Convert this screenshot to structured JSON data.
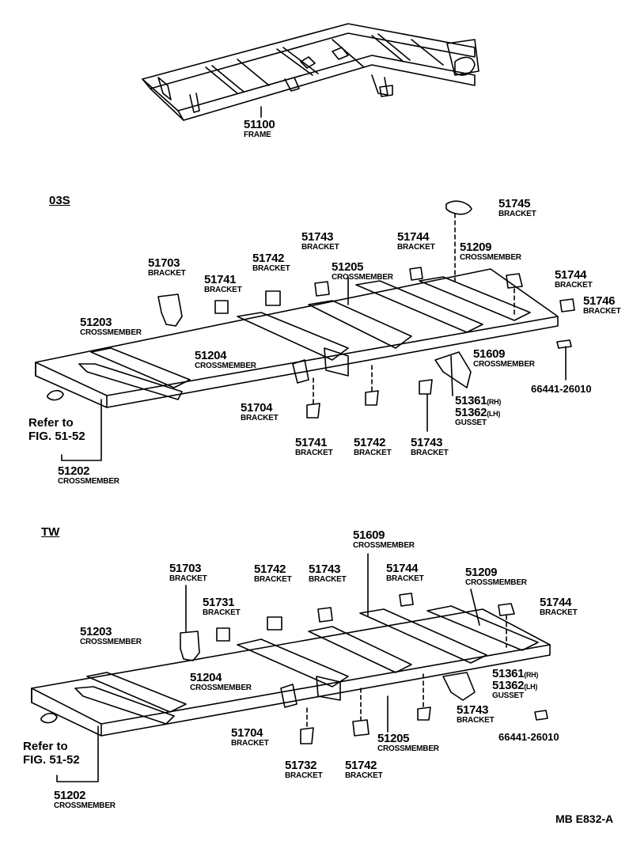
{
  "sections": {
    "s1": "03S",
    "s2": "TW"
  },
  "frame": {
    "num": "51100",
    "name": "FRAME"
  },
  "p1": {
    "l1": {
      "num": "51745",
      "name": "BRACKET"
    },
    "l2": {
      "num": "51743",
      "name": "BRACKET"
    },
    "l3": {
      "num": "51744",
      "name": "BRACKET"
    },
    "l4": {
      "num": "51209",
      "name": "CROSSMEMBER"
    },
    "l5": {
      "num": "51703",
      "name": "BRACKET"
    },
    "l6": {
      "num": "51742",
      "name": "BRACKET"
    },
    "l7": {
      "num": "51205",
      "name": "CROSSMEMBER"
    },
    "l8": {
      "num": "51741",
      "name": "BRACKET"
    },
    "l9": {
      "num": "51744",
      "name": "BRACKET"
    },
    "l10": {
      "num": "51746",
      "name": "BRACKET"
    },
    "l11": {
      "num": "51203",
      "name": "CROSSMEMBER"
    },
    "l12": {
      "num": "51204",
      "name": "CROSSMEMBER"
    },
    "l13": {
      "num": "51609",
      "name": "CROSSMEMBER"
    },
    "l14": {
      "num": "51704",
      "name": "BRACKET"
    },
    "l15": {
      "num1": "51361",
      "sfx1": "(RH)",
      "num2": "51362",
      "sfx2": "(LH)",
      "name": "GUSSET"
    },
    "l16": {
      "num": "66441-26010"
    },
    "l17": {
      "num": "51741",
      "name": "BRACKET"
    },
    "l18": {
      "num": "51742",
      "name": "BRACKET"
    },
    "l19": {
      "num": "51743",
      "name": "BRACKET"
    },
    "ref": {
      "line1": "Refer to",
      "line2": "FIG. 51-52"
    },
    "l20": {
      "num": "51202",
      "name": "CROSSMEMBER"
    }
  },
  "p2": {
    "l1": {
      "num": "51609",
      "name": "CROSSMEMBER"
    },
    "l2": {
      "num": "51703",
      "name": "BRACKET"
    },
    "l3": {
      "num": "51742",
      "name": "BRACKET"
    },
    "l4": {
      "num": "51743",
      "name": "BRACKET"
    },
    "l5": {
      "num": "51744",
      "name": "BRACKET"
    },
    "l6": {
      "num": "51209",
      "name": "CROSSMEMBER"
    },
    "l7": {
      "num": "51731",
      "name": "BRACKET"
    },
    "l8": {
      "num": "51744",
      "name": "BRACKET"
    },
    "l9": {
      "num": "51203",
      "name": "CROSSMEMBER"
    },
    "l10": {
      "num": "51204",
      "name": "CROSSMEMBER"
    },
    "l11": {
      "num1": "51361",
      "sfx1": "(RH)",
      "num2": "51362",
      "sfx2": "(LH)",
      "name": "GUSSET"
    },
    "l12": {
      "num": "51743",
      "name": "BRACKET"
    },
    "l13": {
      "num": "51704",
      "name": "BRACKET"
    },
    "l14": {
      "num": "51205",
      "name": "CROSSMEMBER"
    },
    "l15": {
      "num": "66441-26010"
    },
    "l16": {
      "num": "51732",
      "name": "BRACKET"
    },
    "l17": {
      "num": "51742",
      "name": "BRACKET"
    },
    "ref": {
      "line1": "Refer to",
      "line2": "FIG. 51-52"
    },
    "l18": {
      "num": "51202",
      "name": "CROSSMEMBER"
    }
  },
  "footer_code": "MB  E832-A"
}
